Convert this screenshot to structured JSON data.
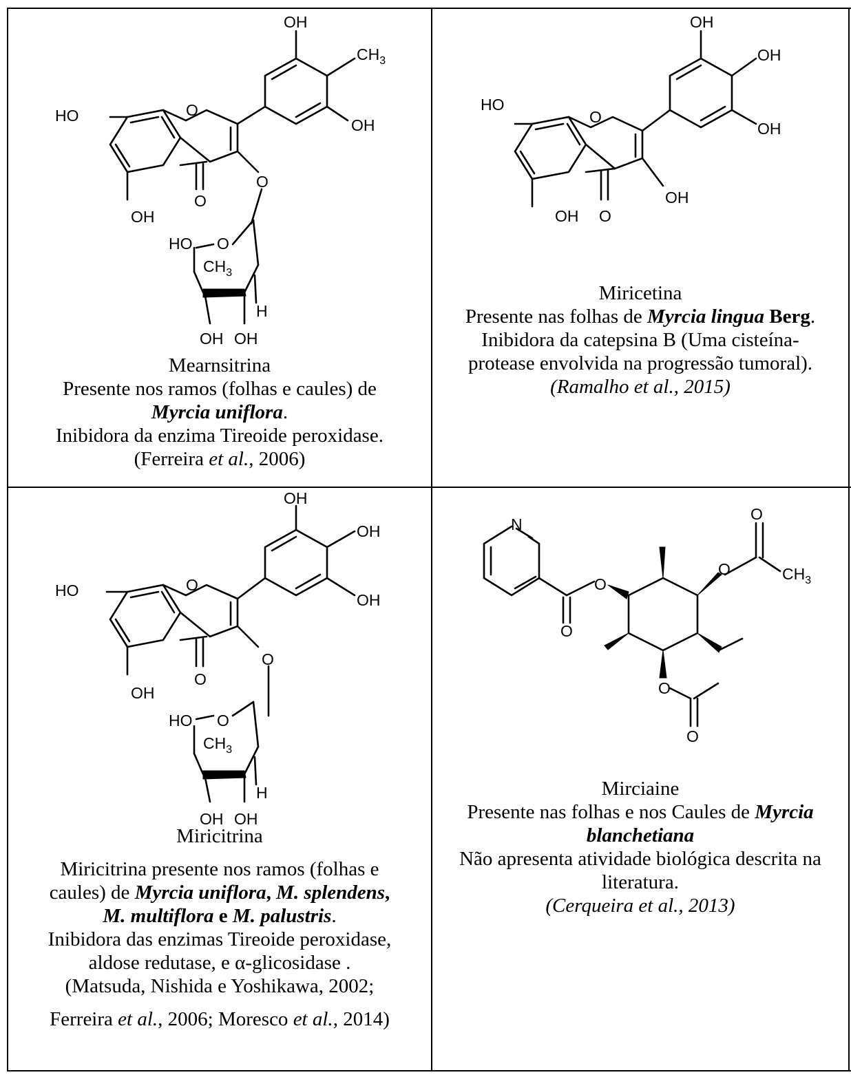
{
  "cells": [
    {
      "id": "mearnsitrina",
      "name": "Mearnsitrina",
      "line1": "Presente nos ramos (folhas e caules) de",
      "species": "Myrcia uniflora",
      "species_tail": ".",
      "activity": "Inibidora da enzima Tireoide peroxidase.",
      "ref_open": "(Ferreira ",
      "ref_etal": "et al.",
      "ref_close": ", 2006)",
      "atoms": {
        "oh_top": "OH",
        "ch3": "CH",
        "oh_right": "OH",
        "ho_left": "HO",
        "ring_o": "O",
        "oh_bottom": "OH",
        "carbonyl_o": "O",
        "ether_o": "O",
        "sugar_ho": "HO",
        "sugar_o": "O",
        "sugar_ch3": "CH",
        "sugar_h": "H",
        "sugar_oh1": "OH",
        "sugar_oh2": "OH",
        "sub3": "3"
      }
    },
    {
      "id": "miricetina",
      "name": "Miricetina",
      "line1_pre": "Presente nas folhas de ",
      "species": "Myrcia lingua",
      "author": " Berg",
      "tail": ".",
      "activity1": "Inibidora da catepsina B (Uma cisteína-",
      "activity2": "protease envolvida na progressão tumoral).",
      "ref": "(Ramalho et al., 2015)",
      "atoms": {
        "oh_top": "OH",
        "oh_mid": "OH",
        "oh_right": "OH",
        "ho_left": "HO",
        "ring_o": "O",
        "oh_bottom": "OH",
        "carbonyl_o": "O",
        "oh_c3": "OH"
      }
    },
    {
      "id": "miricitrina",
      "name": "Miricitrina",
      "desc1": "Miricitrina presente nos ramos (folhas e",
      "desc2_pre": "caules) de ",
      "sp1": "Myrcia uniflora",
      "sep1": ", ",
      "sp2": "M. splendens",
      "sep2": ",",
      "sp3": "M. multiflora",
      "conj": " e ",
      "sp4": "M. palustris",
      "sp4_tail": ".",
      "activity1": "Inibidora das enzimas Tireoide peroxidase,",
      "activity2": "aldose redutase, e α-glicosidase .",
      "ref1": "(Matsuda, Nishida e Yoshikawa, 2002;",
      "ref2_a": "Ferreira ",
      "ref2_etal1": "et al.",
      "ref2_b": ", 2006; Moresco ",
      "ref2_etal2": "et al.",
      "ref2_c": ", 2014)",
      "atoms": {
        "oh_top": "OH",
        "oh_mid": "OH",
        "oh_right": "OH",
        "ho_left": "HO",
        "ring_o": "O",
        "oh_bottom": "OH",
        "carbonyl_o": "O",
        "ether_o": "O",
        "sugar_ho": "HO",
        "sugar_o": "O",
        "sugar_ch3": "CH",
        "sugar_h": "H",
        "sugar_oh1": "OH",
        "sugar_oh2": "OH",
        "sub3": "3"
      }
    },
    {
      "id": "mirciaine",
      "name": "Mirciaine",
      "line1_pre": "Presente nas folhas e nos Caules de ",
      "species_a": "Myrcia",
      "species_b": "blanchetiana",
      "activity1": "Não apresenta atividade biológica descrita na",
      "activity2": "literatura.",
      "ref": "(Cerqueira et al., 2013)",
      "atoms": {
        "n": "N",
        "o1": "O",
        "o2": "O",
        "o3": "O",
        "o4": "O",
        "o5": "O",
        "o6": "O",
        "ch3": "CH",
        "sub3": "3"
      }
    }
  ]
}
